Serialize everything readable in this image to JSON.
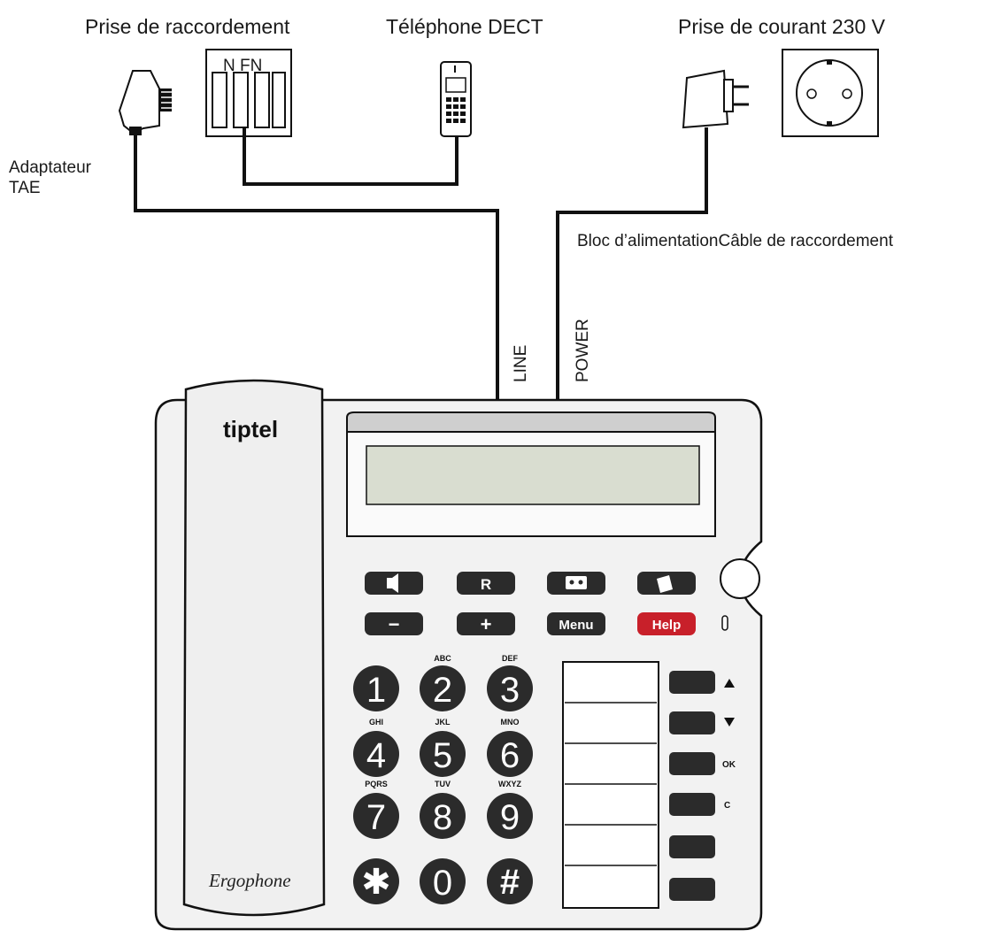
{
  "labels": {
    "connection_socket": "Prise de raccordement",
    "socket_pins": "N FN",
    "dect_phone": "Téléphone DECT",
    "power_outlet": "Prise de courant 230 V",
    "tae_adapter_line1": "Adaptateur",
    "tae_adapter_line2": "TAE",
    "power_supply_and_cable": "Bloc d’alimentationCâble de raccordement",
    "line": "LINE",
    "power": "POWER"
  },
  "phone": {
    "brand": "tiptel",
    "model": "Ergophone",
    "function_keys": [
      "R",
      "−",
      "+",
      "Menu",
      "Help"
    ],
    "keypad": [
      {
        "digit": "1",
        "letters": ""
      },
      {
        "digit": "2",
        "letters": "ABC"
      },
      {
        "digit": "3",
        "letters": "DEF"
      },
      {
        "digit": "4",
        "letters": "GHI"
      },
      {
        "digit": "5",
        "letters": "JKL"
      },
      {
        "digit": "6",
        "letters": "MNO"
      },
      {
        "digit": "7",
        "letters": "PQRS"
      },
      {
        "digit": "8",
        "letters": "TUV"
      },
      {
        "digit": "9",
        "letters": "WXYZ"
      },
      {
        "digit": "✱",
        "letters": ""
      },
      {
        "digit": "0",
        "letters": ""
      },
      {
        "digit": "#",
        "letters": ""
      }
    ],
    "side_key_labels": [
      "OK",
      "C"
    ]
  },
  "colors": {
    "key_dark": "#2b2b2b",
    "help_key": "#c8202a",
    "display": "#d9ddd0",
    "body": "#f2f2f2"
  }
}
